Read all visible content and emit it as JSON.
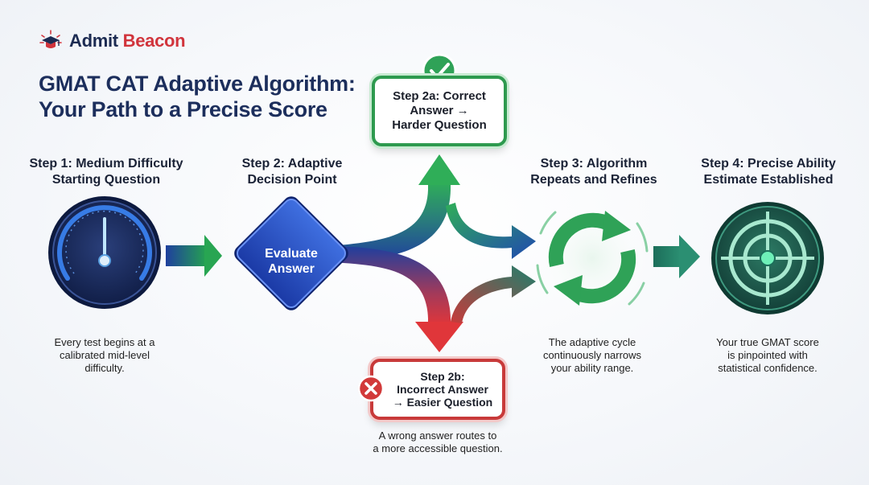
{
  "brand": {
    "name_part1": "Admit",
    "name_part2": "Beacon",
    "icon": "graduation-cap-icon"
  },
  "title": {
    "line1": "GMAT CAT Adaptive Algorithm:",
    "line2": "Your Path to a Precise Score"
  },
  "steps": {
    "step1": {
      "label_line1": "Step 1: Medium Difficulty",
      "label_line2": "Starting Question",
      "icon": "gauge-icon",
      "desc_line1": "Every test begins at a",
      "desc_line2": "calibrated mid-level",
      "desc_line3": "difficulty."
    },
    "step2": {
      "label_line1": "Step 2: Adaptive",
      "label_line2": "Decision Point",
      "icon": "diamond-decision-icon",
      "diamond_line1": "Evaluate",
      "diamond_line2": "Answer"
    },
    "step2a": {
      "line1": "Step 2a: Correct",
      "line2": "Answer →",
      "line3": "Harder Question",
      "icon": "checkmark-icon"
    },
    "step2b": {
      "line1": "Step 2b:",
      "line2": "Incorrect Answer",
      "line3": "→ Easier Question",
      "icon": "x-icon",
      "desc_line1": "A wrong answer routes to",
      "desc_line2": "a more accessible question."
    },
    "step3": {
      "label_line1": "Step 3: Algorithm",
      "label_line2": "Repeats and Refines",
      "icon": "refresh-cycle-icon",
      "desc_line1": "The adaptive cycle",
      "desc_line2": "continuously narrows",
      "desc_line3": "your ability range."
    },
    "step4": {
      "label_line1": "Step 4: Precise Ability",
      "label_line2": "Estimate Established",
      "icon": "target-icon",
      "desc_line1": "Your true GMAT score",
      "desc_line2": "is pinpointed with",
      "desc_line3": "statistical confidence."
    }
  },
  "colors": {
    "navy": "#1c2e5c",
    "blue": "#2748b8",
    "green": "#2e9a4f",
    "red": "#c83a3a",
    "teal": "#1f8a6c"
  }
}
